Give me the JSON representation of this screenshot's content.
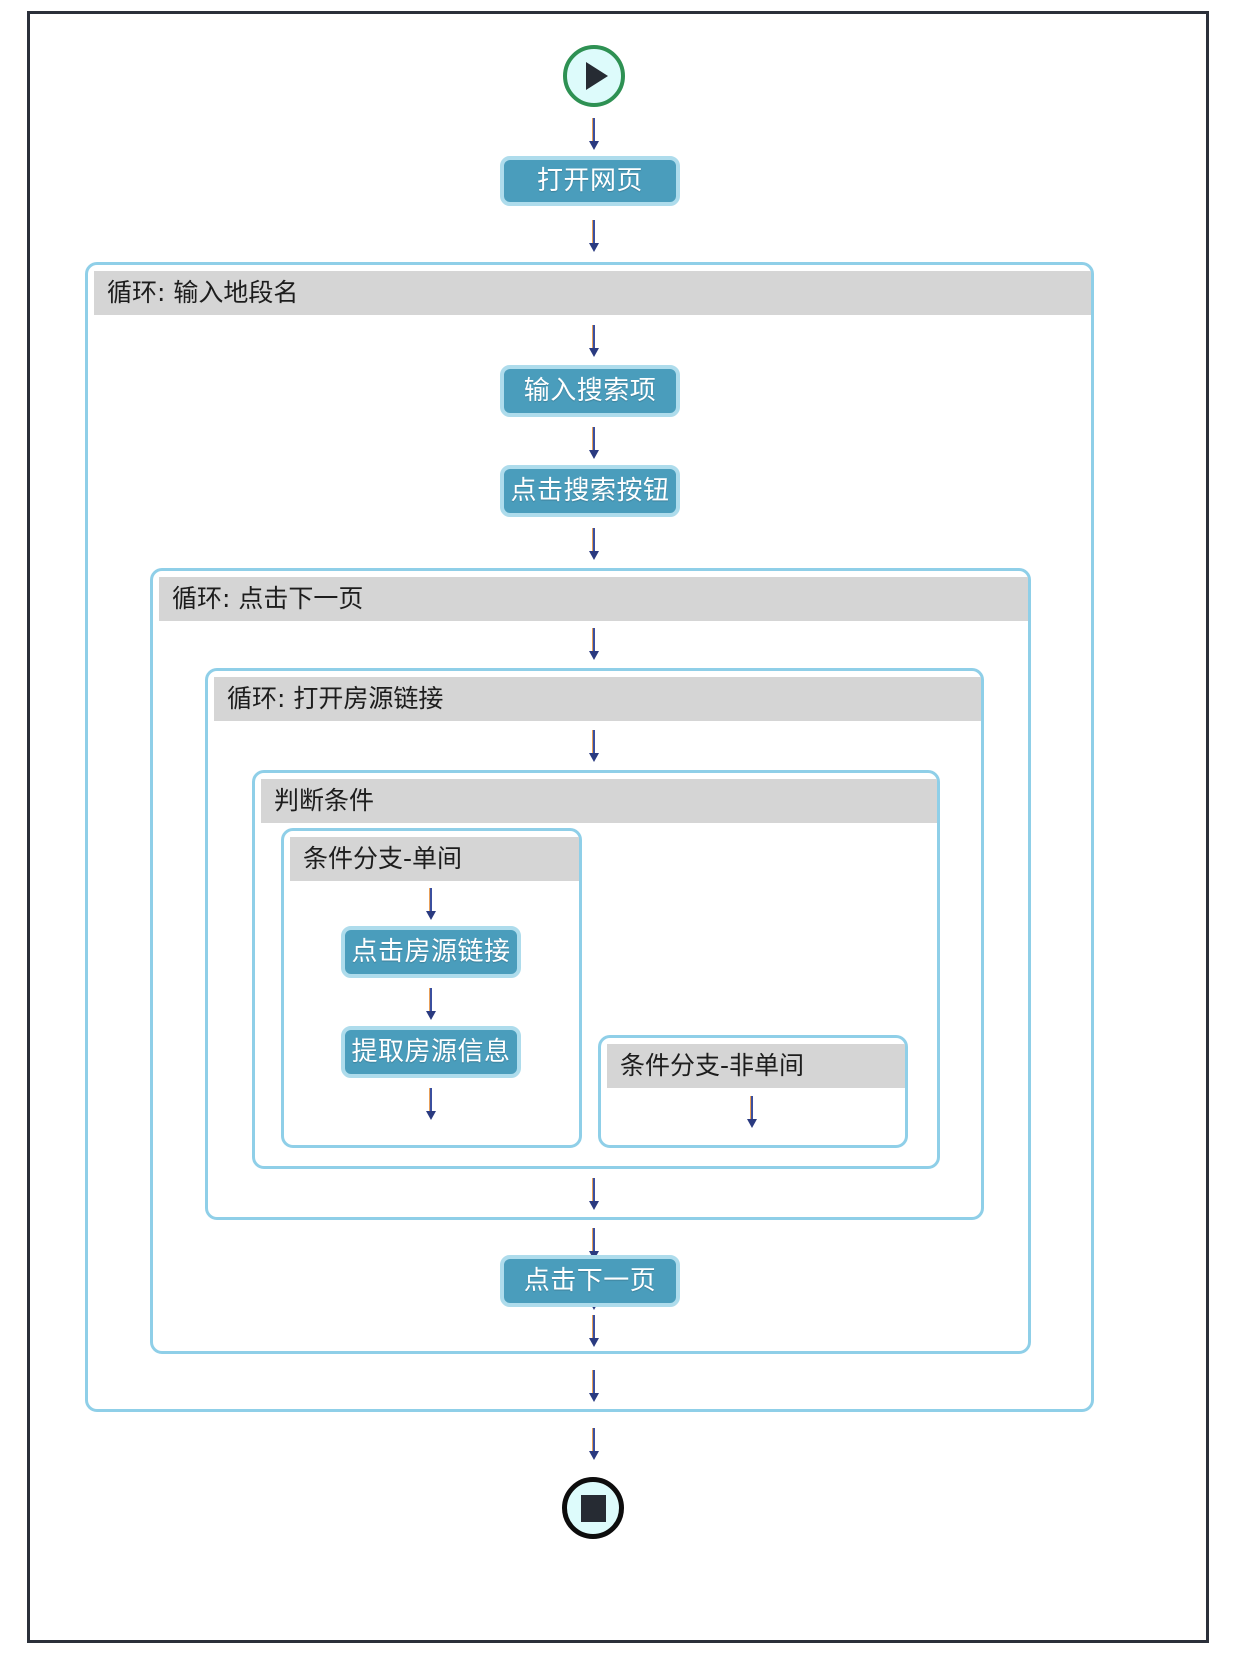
{
  "diagram": {
    "title": "RPA Flowchart",
    "colors": {
      "frame_border": "#2b303a",
      "node_fill": "#4a9dbc",
      "node_border": "#aedcec",
      "node_text": "#ffffff",
      "container_border": "#8fcfe8",
      "container_header_bg": "#d5d5d5",
      "container_header_text": "#1d1d1d",
      "arrow": "#3b4f9e",
      "start_ring": "#2e9153",
      "start_fill": "#ddfbfb",
      "end_ring": "#0d0d0d",
      "end_fill": "#ddfbfb",
      "canvas_bg": "#ffffff"
    },
    "start": {
      "icon": "play-icon",
      "label": ""
    },
    "end": {
      "icon": "stop-icon",
      "label": ""
    },
    "nodes": {
      "open_page": "打开网页",
      "input_search_term": "输入搜索项",
      "click_search_button": "点击搜索按钮",
      "click_listing_link": "点击房源链接",
      "extract_listing_info": "提取房源信息",
      "click_next_page": "点击下一页"
    },
    "containers": {
      "loop_input_area_name": "循环: 输入地段名",
      "loop_click_next_page": "循环: 点击下一页",
      "loop_open_listing_link": "循环: 打开房源链接",
      "condition": "判断条件",
      "branch_single_room": "条件分支-单间",
      "branch_non_single_room": "条件分支-非单间"
    }
  }
}
